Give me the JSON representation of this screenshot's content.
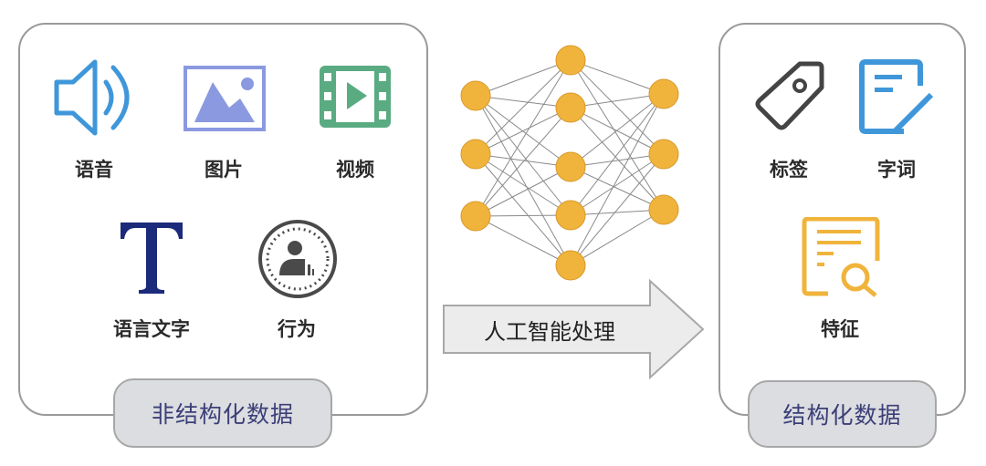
{
  "unstructured": {
    "title": "非结构化数据",
    "items": [
      {
        "label": "语音",
        "icon": "speaker-icon"
      },
      {
        "label": "图片",
        "icon": "image-icon"
      },
      {
        "label": "视频",
        "icon": "video-icon"
      },
      {
        "label": "语言文字",
        "icon": "text-icon"
      },
      {
        "label": "行为",
        "icon": "behavior-icon"
      }
    ]
  },
  "process": {
    "label": "人工智能处理",
    "node_color": "#f0b43c"
  },
  "structured": {
    "title": "结构化数据",
    "items": [
      {
        "label": "标签",
        "icon": "tag-icon"
      },
      {
        "label": "字词",
        "icon": "document-edit-icon"
      },
      {
        "label": "特征",
        "icon": "document-search-icon"
      }
    ]
  }
}
